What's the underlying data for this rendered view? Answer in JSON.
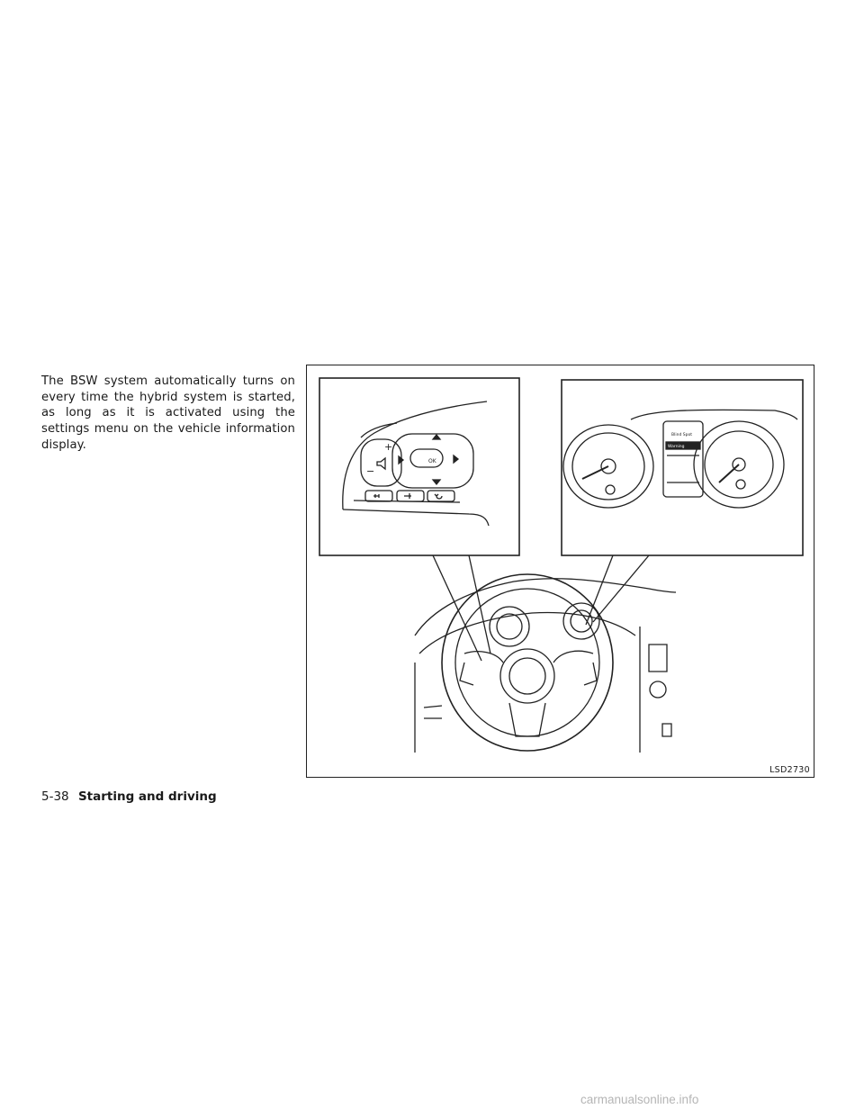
{
  "body_text": "The BSW system automatically turns on every time the hybrid system is started, as long as it is activated using the settings menu on the vehicle information display.",
  "figure": {
    "code": "LSD2730",
    "switch_labels": {
      "ok": "OK",
      "plus": "+",
      "minus": "−"
    },
    "display": {
      "title": "Blind Spot",
      "row": "Warning"
    }
  },
  "footer": {
    "page_number": "5-38",
    "section_title": "Starting and driving"
  },
  "watermark": "carmanualsonline.info"
}
